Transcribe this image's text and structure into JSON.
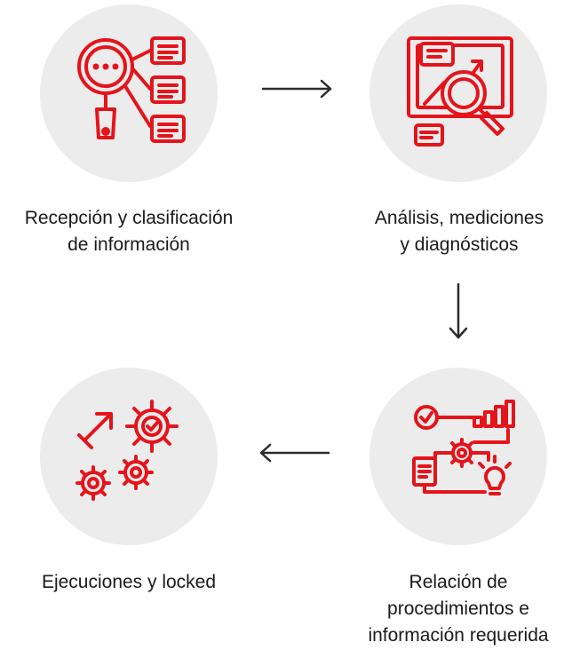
{
  "steps": [
    {
      "label_lines": [
        "Recepción y clasificación",
        "de información"
      ],
      "icon": "search-documents-icon"
    },
    {
      "label_lines": [
        "Análisis, mediciones",
        "y diagnósticos"
      ],
      "icon": "analysis-chart-magnifier-icon"
    },
    {
      "label_lines": [
        "Relación de",
        "procedimientos e",
        "información requerida"
      ],
      "icon": "process-flow-icon"
    },
    {
      "label_lines": [
        "Ejecuciones y locked"
      ],
      "icon": "gears-execution-icon"
    }
  ],
  "colors": {
    "accent": "#e5141b",
    "circle": "#ececec",
    "arrow": "#2b2b2b",
    "text": "#1a1a1a"
  }
}
